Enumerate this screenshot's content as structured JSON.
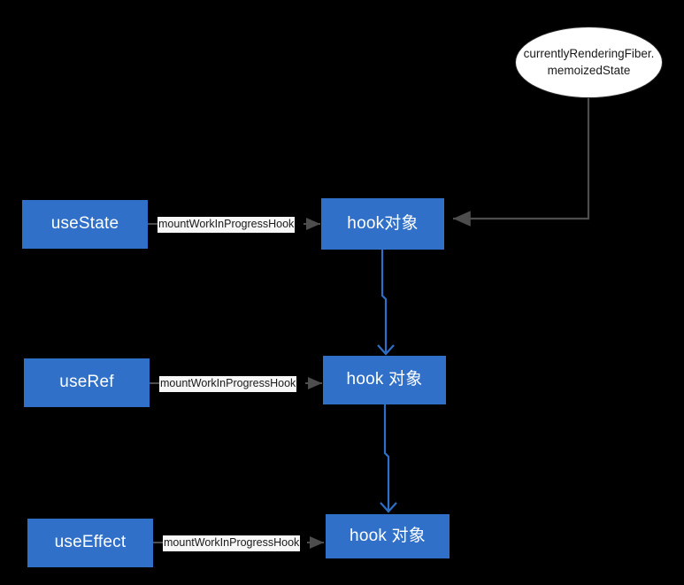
{
  "diagram": {
    "title": "React Hooks mountWorkInProgressHook chain",
    "background": "#000000",
    "colors": {
      "node_blue": "#3070c8",
      "node_text": "#ffffff",
      "ellipse_fill": "#ffffff",
      "ellipse_text": "#1a1a1a",
      "ellipse_stroke": "#2b2b2b",
      "gray_edge": "#4d4d4d",
      "blue_edge": "#2f6fc8",
      "label_bg": "#f7f7f7"
    }
  },
  "nodes": {
    "ellipse": {
      "line1": "currentlyRenderingFiber.",
      "line2": "memoizedState"
    },
    "hooks": [
      {
        "label": "useState"
      },
      {
        "label": "useRef"
      },
      {
        "label": "useEffect"
      }
    ],
    "hook_objects": [
      {
        "label": "hook对象"
      },
      {
        "label": "hook 对象"
      },
      {
        "label": "hook 对象"
      }
    ]
  },
  "edges": {
    "labels": [
      {
        "text": "mountWorkInProgressHook"
      },
      {
        "text": "mountWorkInProgressHook"
      },
      {
        "text": "mountWorkInProgressHook"
      }
    ]
  }
}
